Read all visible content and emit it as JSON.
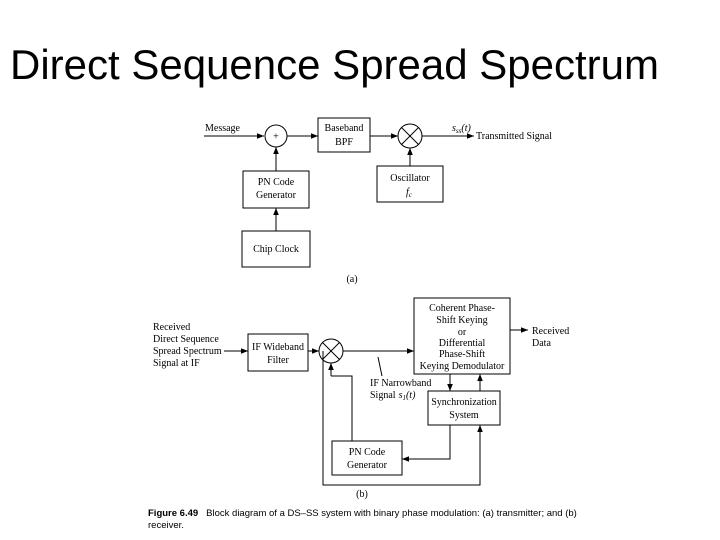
{
  "title": "Direct Sequence Spread Spectrum",
  "transmitter": {
    "message_label": "Message",
    "adder_symbol": "+",
    "baseband_bpf": [
      "Baseband",
      "BPF"
    ],
    "pn_code_generator": [
      "PN Code",
      "Generator"
    ],
    "chip_clock": "Chip Clock",
    "oscillator": "Oscillator",
    "oscillator_freq": "f",
    "oscillator_freq_sub": "c",
    "signal_symbol": "s",
    "signal_symbol_sub": "ss",
    "signal_symbol_arg": "(t)",
    "output_label": "Transmitted Signal",
    "panel_label": "(a)"
  },
  "receiver": {
    "input_label": [
      "Received",
      "Direct Sequence",
      "Spread Spectrum",
      "Signal at IF"
    ],
    "if_wideband_filter": [
      "IF Wideband",
      "Filter"
    ],
    "demodulator": [
      "Coherent Phase-",
      "Shift Keying",
      "or",
      "Differential",
      "Phase-Shift",
      "Keying Demodulator"
    ],
    "output_label": [
      "Received",
      "Data"
    ],
    "narrowband_label": [
      "IF Narrowband",
      "Signal"
    ],
    "narrowband_symbol": "s",
    "narrowband_symbol_sub": "1",
    "narrowband_symbol_arg": "(t)",
    "synchronization": [
      "Synchronization",
      "System"
    ],
    "pn_code_generator": [
      "PN Code",
      "Generator"
    ],
    "panel_label": "(b)"
  },
  "caption": {
    "figure_number": "Figure 6.49",
    "text": "Block diagram of a DS–SS system with binary phase modulation: (a) transmitter; and (b) receiver."
  }
}
